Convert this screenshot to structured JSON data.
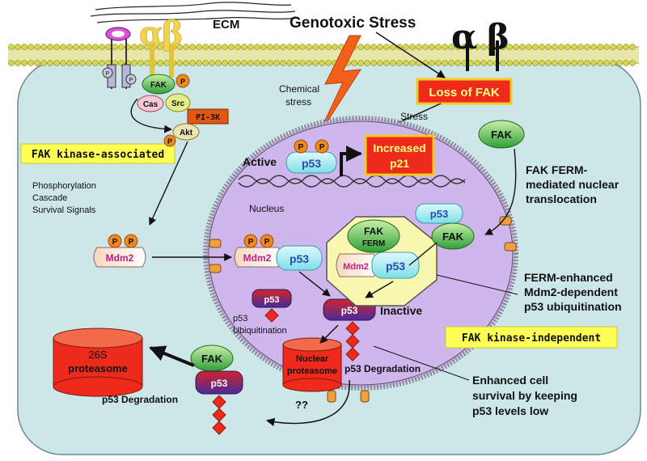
{
  "ecm_label": "ECM",
  "genotoxic_stress": "Genotoxic Stress",
  "alpha": "α",
  "beta": "β",
  "alpha_small": "α",
  "beta_small": "β",
  "loss_of_fak": "Loss of FAK",
  "chemical_stress_1": "Chemical",
  "chemical_stress_2": "stress",
  "stress": "Stress",
  "fak_kinase_associated": "FAK kinase-associated",
  "fak_kinase_independent": "FAK kinase-independent",
  "active": "Active",
  "inactive": "Inactive",
  "increased_p21_1": "Increased",
  "increased_p21_2": "p21",
  "nucleus": "Nucleus",
  "phosphorylation_1": "Phosphorylation",
  "phosphorylation_2": "Cascade",
  "phosphorylation_3": "Survival Signals",
  "fak_ferm_translocation_1": "FAK FERM-",
  "fak_ferm_translocation_2": "mediated nuclear",
  "fak_ferm_translocation_3": "translocation",
  "ferm_enhanced_1": "FERM-enhanced",
  "ferm_enhanced_2": "Mdm2-dependent",
  "ferm_enhanced_3": "p53 ubiquitination",
  "p53_ubiquitination_1": "p53",
  "p53_ubiquitination_2": "Ubiquitination",
  "p53_degradation_nuclear": "p53 Degradation",
  "p53_degradation_cyto": "p53 Degradation",
  "enhanced_survival_1": "Enhanced cell",
  "enhanced_survival_2": "survival by keeping",
  "enhanced_survival_3": "p53 levels low",
  "nuclear_proteasome_1": "Nuclear",
  "nuclear_proteasome_2": "proteasome",
  "proteasome_26s_1": "26S",
  "proteasome_26s_2": "proteasome",
  "question_marks": "??",
  "fak": "FAK",
  "ferm": "FERM",
  "p53": "p53",
  "mdm2": "Mdm2",
  "cas": "Cas",
  "src": "Src",
  "pi3k": "PI-3K",
  "akt": "Akt",
  "p": "P",
  "colors": {
    "cell": "#cde6e8",
    "nucleus": "#cfb6ec",
    "membrane": "#d8d84a",
    "yellow_box": "#ffff55",
    "red_box": "#ee2a1c",
    "fak_green": "#4cb648",
    "p53_cyan": "#8ee6ee",
    "phospho": "#f08a1c"
  }
}
